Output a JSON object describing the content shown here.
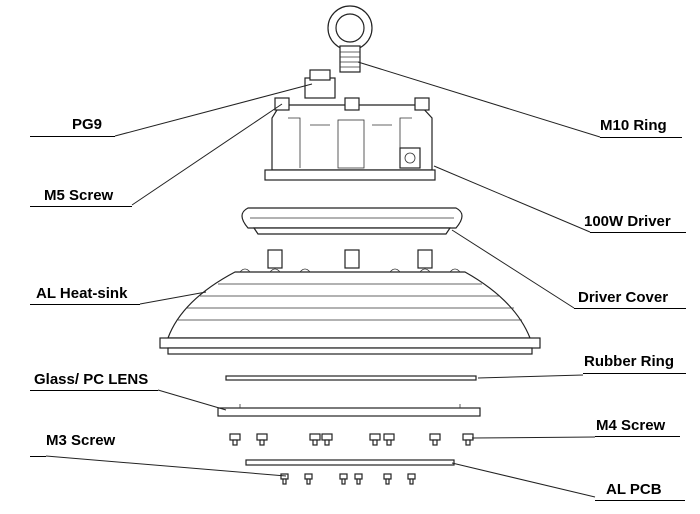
{
  "labels": {
    "pg9": "PG9",
    "m5_screw": "M5 Screw",
    "al_heat_sink": "AL Heat-sink",
    "glass_pc_lens": "Glass/ PC LENS",
    "m3_screw": "M3 Screw",
    "m10_ring": "M10 Ring",
    "driver_100w": "100W Driver",
    "driver_cover": "Driver Cover",
    "rubber_ring": "Rubber Ring",
    "m4_screw": "M4 Screw",
    "al_pcb": "AL PCB"
  }
}
